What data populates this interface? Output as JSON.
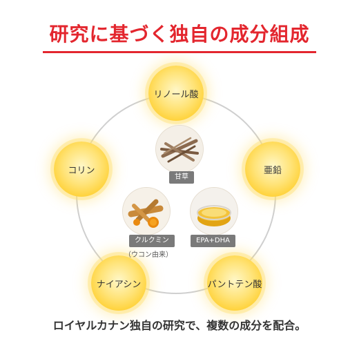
{
  "title": "研究に基づく独自の成分組成",
  "ingredients": {
    "linoleic": "リノール酸",
    "zinc": "亜鉛",
    "pantothenic": "パントテン酸",
    "niacin": "ナイアシン",
    "choline": "コリン"
  },
  "center_items": {
    "licorice": "甘草",
    "curcumin": "クルクミン",
    "curcumin_note": "（ウコン由来）",
    "epa_dha": "EPA+DHA"
  },
  "footer": "ロイヤルカナン独自の研究で、複数の成分を配合。",
  "colors": {
    "title": "#e3262e",
    "orb": "#ffd84a",
    "tag": "#7a7a7a",
    "ring": "#cfcfcf"
  }
}
